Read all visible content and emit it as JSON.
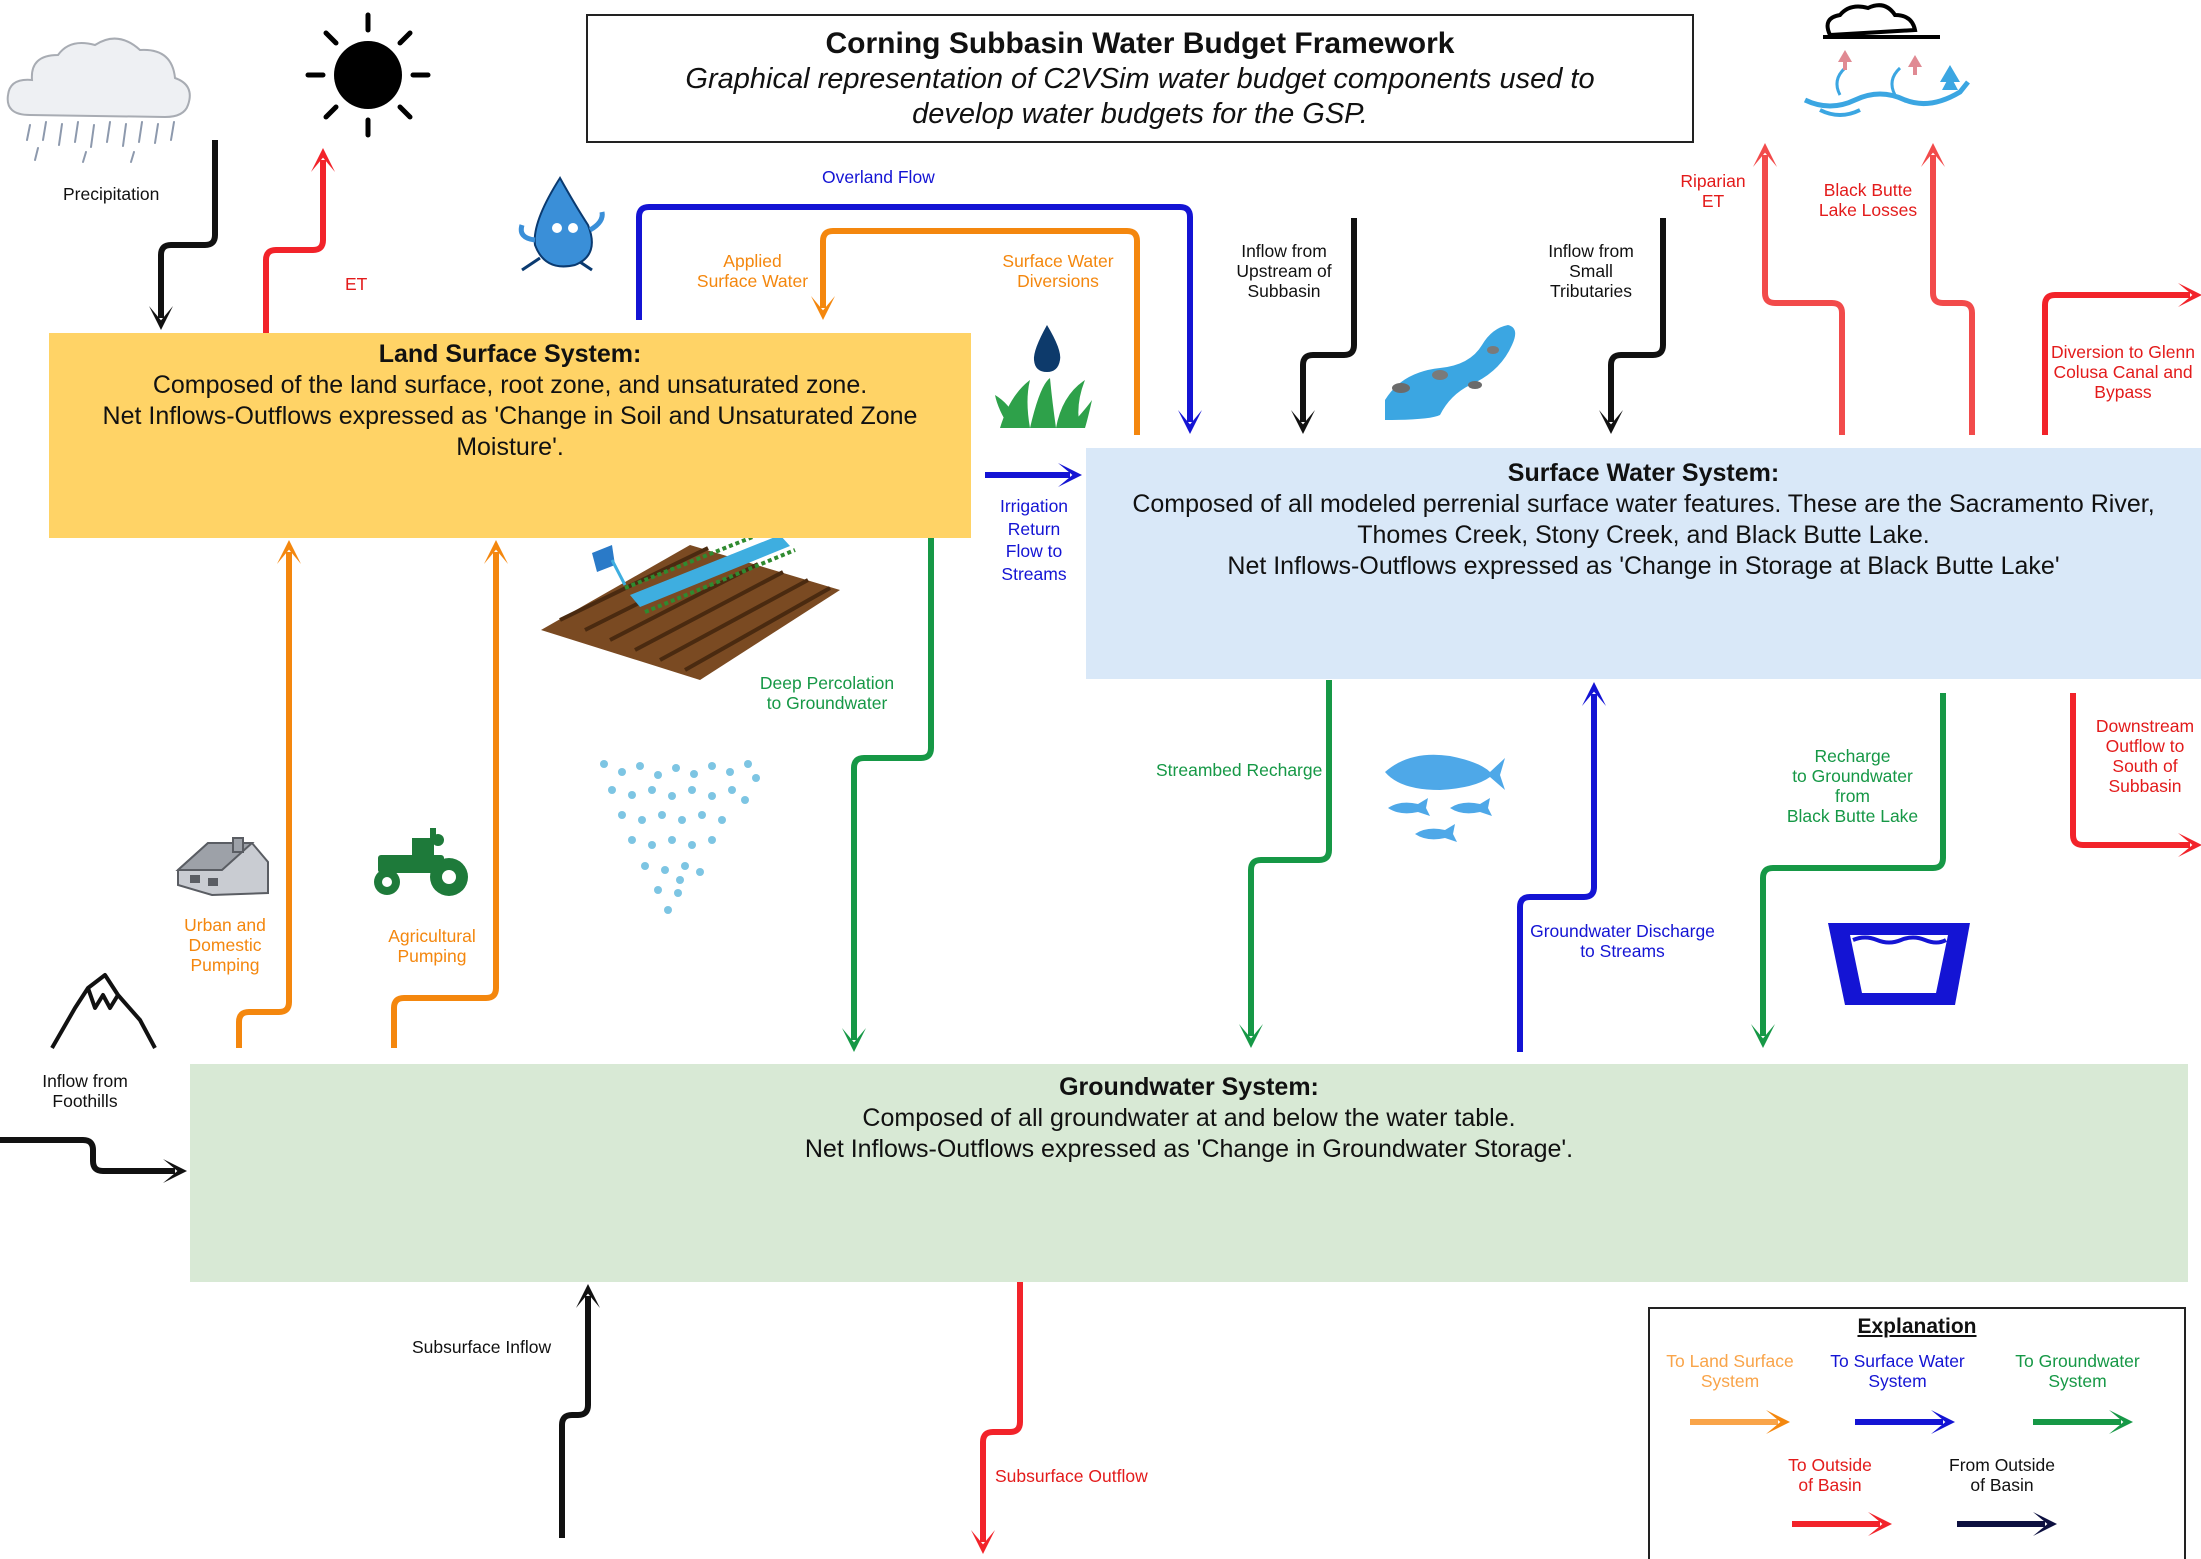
{
  "title": {
    "main": "Corning Subbasin Water Budget Framework",
    "subtitle_line1": "Graphical representation of C2VSim water budget components used to",
    "subtitle_line2": "develop water budgets for the GSP."
  },
  "land_surface": {
    "heading": "Land Surface System:",
    "line1": "Composed of the land surface, root zone, and unsaturated zone.",
    "line2": "Net Inflows-Outflows expressed as 'Change in Soil and Unsaturated Zone",
    "line3": "Moisture'."
  },
  "surface_water": {
    "heading": "Surface Water System:",
    "line1": "Composed of all modeled perrenial surface water features. These are the Sacramento River,",
    "line2": "Thomes Creek, Stony Creek, and Black Butte Lake.",
    "line3": "Net Inflows-Outflows expressed as 'Change in Storage at Black Butte Lake'"
  },
  "groundwater": {
    "heading": "Groundwater System:",
    "line1": "Composed of all groundwater at and below the water table.",
    "line2": "Net Inflows-Outflows expressed as 'Change in Groundwater Storage'."
  },
  "labels": {
    "precipitation": "Precipitation",
    "et": "ET",
    "overland_flow": "Overland Flow",
    "applied_sw_1": "Applied",
    "applied_sw_2": "Surface Water",
    "sw_div_1": "Surface Water",
    "sw_div_2": "Diversions",
    "inflow_upstream_1": "Inflow from",
    "inflow_upstream_2": "Upstream of",
    "inflow_upstream_3": "Subbasin",
    "inflow_trib_1": "Inflow from",
    "inflow_trib_2": "Small",
    "inflow_trib_3": "Tributaries",
    "riparian_1": "Riparian",
    "riparian_2": "ET",
    "bb_losses_1": "Black Butte",
    "bb_losses_2": "Lake Losses",
    "diversion_1": "Diversion to Glenn",
    "diversion_2": "Colusa Canal and",
    "diversion_3": "Bypass",
    "irrigation_1": "Irrigation",
    "irrigation_2": "Return",
    "irrigation_3": "Flow to",
    "irrigation_4": "Streams",
    "deep_perc_1": "Deep Percolation",
    "deep_perc_2": "to Groundwater",
    "streambed_recharge": "Streambed Recharge",
    "gw_discharge_1": "Groundwater Discharge",
    "gw_discharge_2": "to Streams",
    "recharge_bb_1": "Recharge",
    "recharge_bb_2": "to Groundwater",
    "recharge_bb_3": "from",
    "recharge_bb_4": "Black Butte Lake",
    "downstream_1": "Downstream",
    "downstream_2": "Outflow to",
    "downstream_3": "South of",
    "downstream_4": "Subbasin",
    "urban_1": "Urban and",
    "urban_2": "Domestic",
    "urban_3": "Pumping",
    "ag_1": "Agricultural",
    "ag_2": "Pumping",
    "foothills_1": "Inflow from",
    "foothills_2": "Foothills",
    "subsurface_inflow": "Subsurface Inflow",
    "subsurface_outflow": "Subsurface Outflow"
  },
  "legend": {
    "title": "Explanation",
    "to_land_1": "To Land Surface",
    "to_land_2": "System",
    "to_sw_1": "To Surface Water",
    "to_sw_2": "System",
    "to_gw_1": "To Groundwater",
    "to_gw_2": "System",
    "to_outside_1": "To Outside",
    "to_outside_2": "of Basin",
    "from_outside_1": "From Outside",
    "from_outside_2": "of Basin"
  },
  "colors": {
    "land": "#ffd366",
    "surface_water_box": "#d9e8f8",
    "groundwater_box": "#d8e9d5",
    "to_land": "#f4870e",
    "to_surface_water": "#1414d4",
    "to_groundwater": "#169846",
    "to_outside": "#e31b1b",
    "from_outside": "#111111"
  },
  "icons": [
    "rain-cloud-icon",
    "sun-icon",
    "water-drop-mascot-icon",
    "water-drop-grass-icon",
    "river-icon",
    "evaporation-icon",
    "irrigated-field-icon",
    "rain-drops-icon",
    "house-icon",
    "tractor-icon",
    "mountain-icon",
    "fish-icon",
    "lake-basin-icon"
  ]
}
